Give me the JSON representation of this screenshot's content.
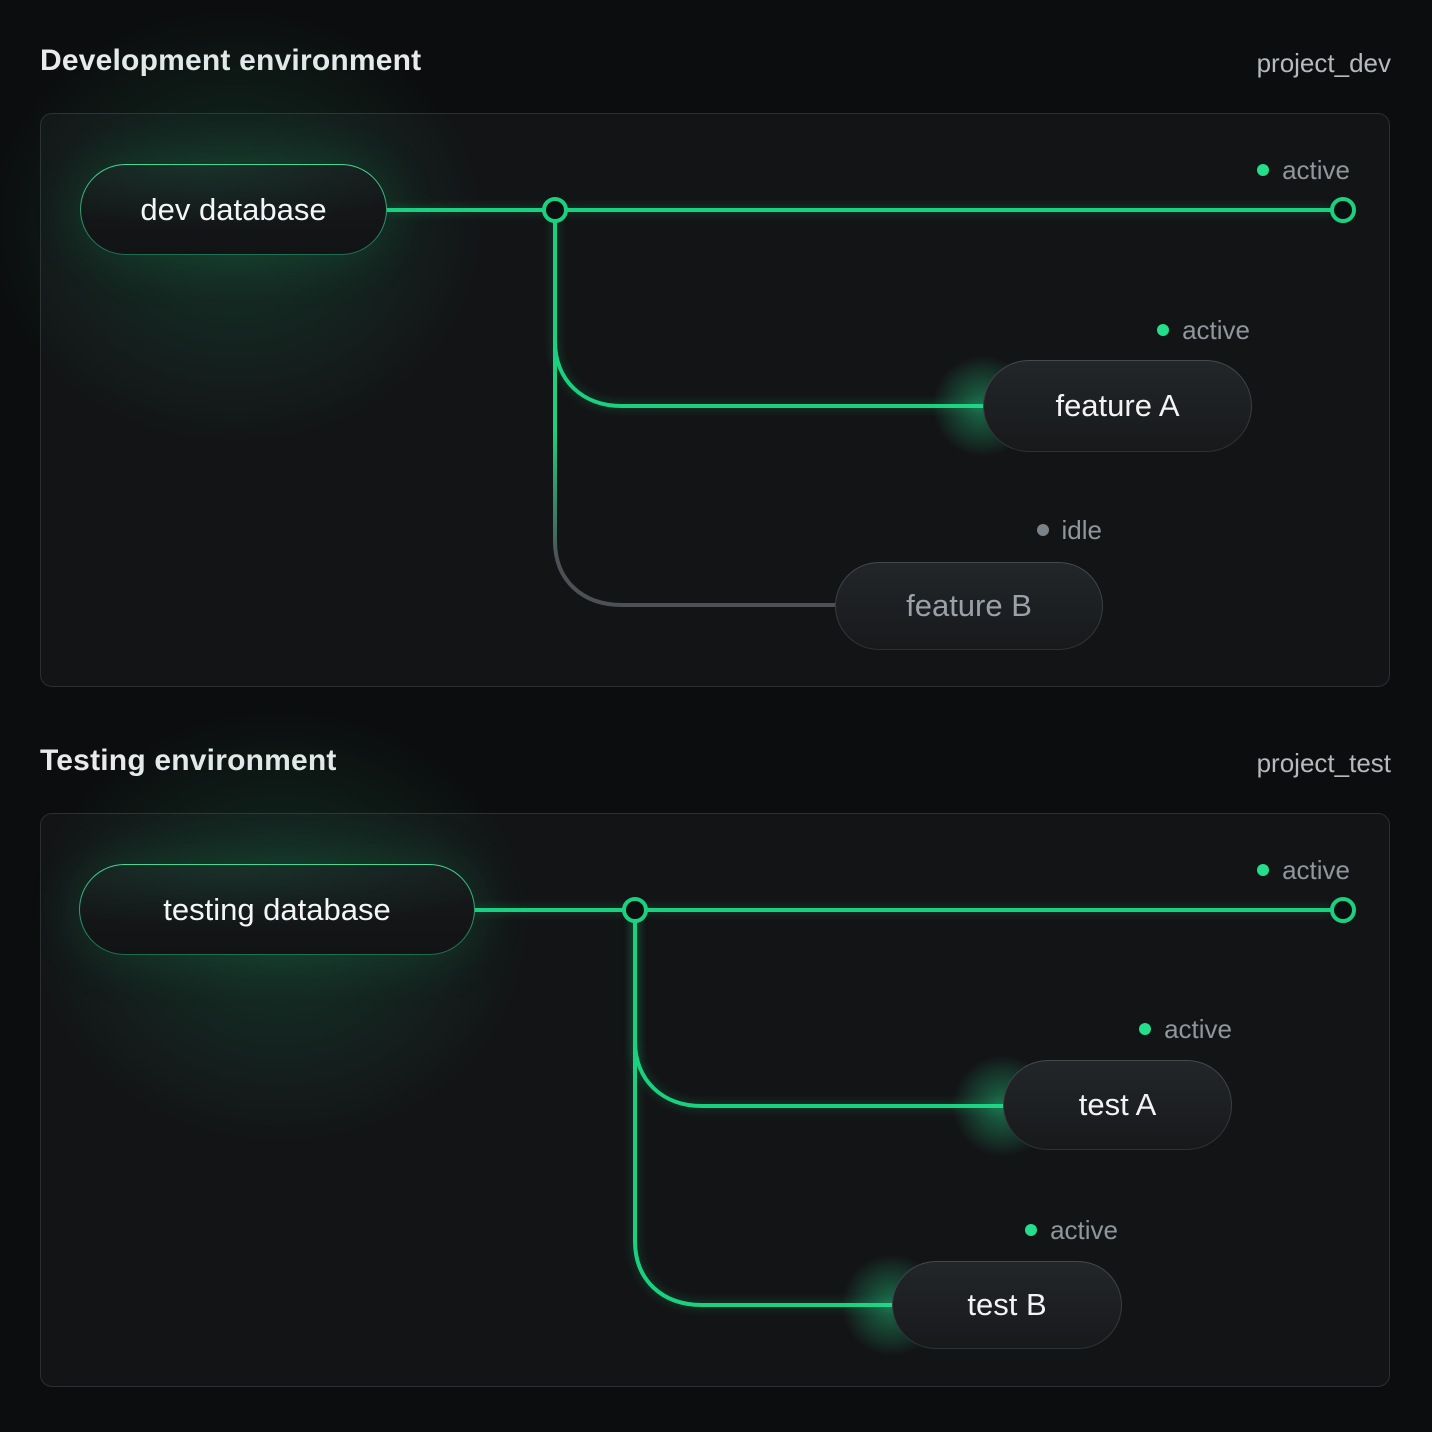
{
  "panels": [
    {
      "title": "Development environment",
      "project": "project_dev",
      "db_label": "dev database",
      "main_status": "active",
      "branches": [
        {
          "label": "feature A",
          "status": "active"
        },
        {
          "label": "feature B",
          "status": "idle"
        }
      ]
    },
    {
      "title": "Testing environment",
      "project": "project_test",
      "db_label": "testing database",
      "main_status": "active",
      "branches": [
        {
          "label": "test A",
          "status": "active"
        },
        {
          "label": "test B",
          "status": "active"
        }
      ]
    }
  ],
  "colors": {
    "line_active": "#1ad17f",
    "line_idle": "#4d5156",
    "status_dot_active": "#24de8b",
    "status_dot_idle": "#7b8288",
    "status_text": "#8f969c",
    "panel_border": "#2b2f33",
    "panel_background": "#131416",
    "page_background": "#0c0d0e"
  }
}
